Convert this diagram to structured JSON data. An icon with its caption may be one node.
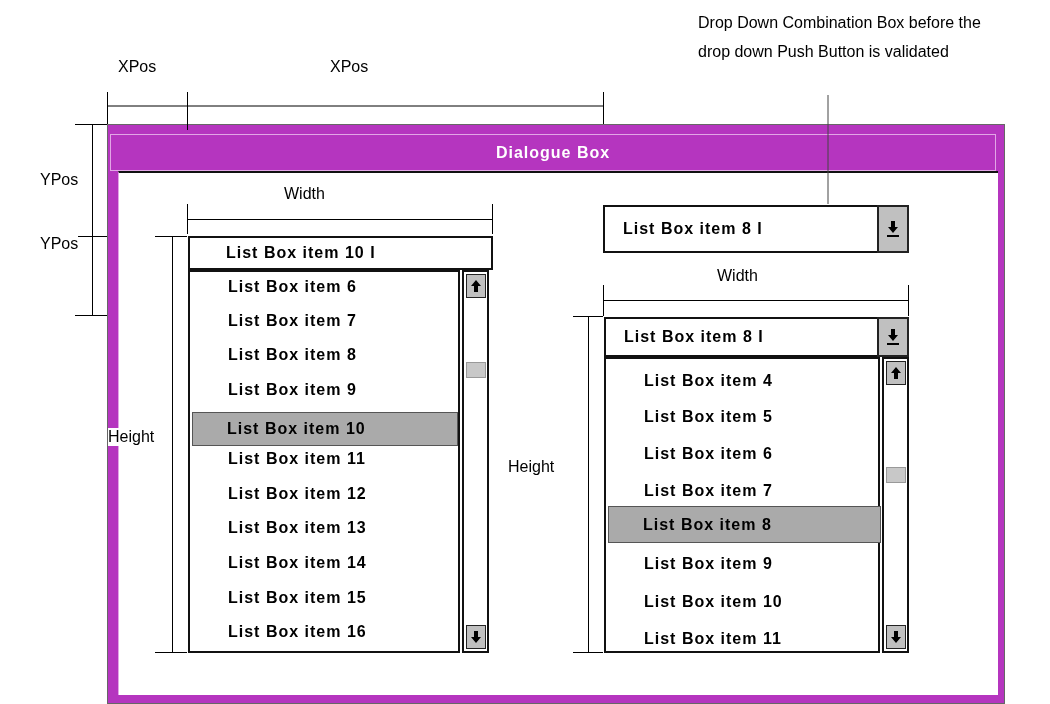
{
  "diagram": {
    "nodes": [
      {
        "text": [
          "Dialogue Box"
        ]
      },
      {
        "text": [
          "Drop Down Combination Box before the drop down Push Button is validated"
        ]
      },
      {
        "text": [
          "List Box item 8 I"
        ],
        "in": 0
      },
      {
        "text": [
          "List Box item 10 I"
        ],
        "in": 0
      },
      {
        "text": [],
        "shape": "box",
        "in": 0
      },
      {
        "text": [
          "List Box item 6"
        ],
        "in": 4
      },
      {
        "text": [
          "List Box item 7"
        ],
        "in": 4
      },
      {
        "text": [
          "List Box item 8"
        ],
        "in": 4
      },
      {
        "text": [
          "List Box item 9"
        ],
        "in": 4
      },
      {
        "text": [
          "List Box item 10"
        ],
        "in": 4
      },
      {
        "text": [
          "List Box item 11"
        ],
        "in": 4
      },
      {
        "text": [
          "List Box item 12"
        ],
        "in": 4
      },
      {
        "text": [
          "List Box item 13"
        ],
        "in": 4
      },
      {
        "text": [
          "List Box item 14"
        ],
        "in": 4
      },
      {
        "text": [
          "List Box item 15"
        ],
        "in": 4
      },
      {
        "text": [
          "List Box item 16"
        ],
        "in": 4
      },
      {
        "text": [
          "List Box item 8 I"
        ],
        "in": 0
      },
      {
        "text": [],
        "shape": "box",
        "in": 0
      },
      {
        "text": [
          "List Box item 4"
        ],
        "in": 17
      },
      {
        "text": [
          "List Box item 5"
        ],
        "in": 17
      },
      {
        "text": [
          "List Box item 6"
        ],
        "in": 17
      },
      {
        "text": [
          "List Box item 7"
        ],
        "in": 17
      },
      {
        "text": [
          "List Box item 8"
        ],
        "in": 17
      },
      {
        "text": [
          "List Box item 9"
        ],
        "in": 17
      },
      {
        "text": [
          "List Box item 10"
        ],
        "in": 17
      },
      {
        "text": [
          "List Box item 11"
        ],
        "in": 17
      }
    ],
    "edges": [
      {
        "from": 1,
        "to": 2,
        "arrow": "none"
      }
    ],
    "labels": [
      "XPos",
      "XPos",
      "YPos",
      "Width",
      "YPos",
      "Width",
      "Height",
      "Height"
    ]
  }
}
